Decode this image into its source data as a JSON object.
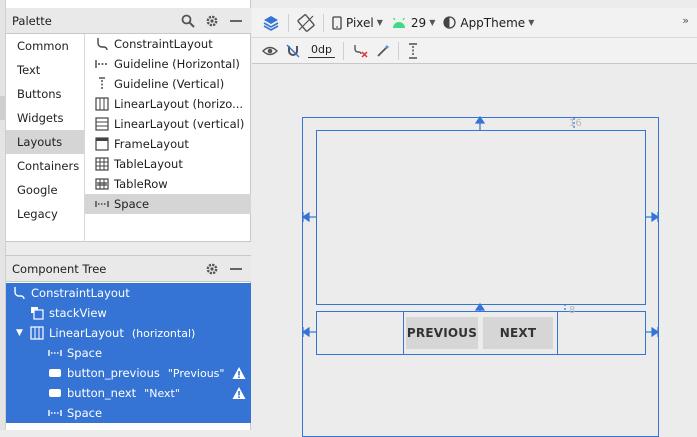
{
  "palette": {
    "title": "Palette",
    "categories": [
      "Common",
      "Text",
      "Buttons",
      "Widgets",
      "Layouts",
      "Containers",
      "Google",
      "Legacy"
    ],
    "selected_category": "Layouts",
    "widgets": [
      {
        "label": "ConstraintLayout",
        "icon": "constraint-layout-icon"
      },
      {
        "label": "Guideline (Horizontal)",
        "icon": "guideline-horizontal-icon"
      },
      {
        "label": "Guideline (Vertical)",
        "icon": "guideline-vertical-icon"
      },
      {
        "label": "LinearLayout (horizo...",
        "icon": "linear-layout-horizontal-icon"
      },
      {
        "label": "LinearLayout (vertical)",
        "icon": "linear-layout-vertical-icon"
      },
      {
        "label": "FrameLayout",
        "icon": "frame-layout-icon"
      },
      {
        "label": "TableLayout",
        "icon": "table-layout-icon"
      },
      {
        "label": "TableRow",
        "icon": "table-row-icon"
      },
      {
        "label": "Space",
        "icon": "space-icon"
      }
    ],
    "selected_widget": "Space"
  },
  "component_tree": {
    "title": "Component Tree",
    "rows": [
      {
        "label": "ConstraintLayout",
        "attr": "",
        "icon": "constraint-layout-icon",
        "warning": false
      },
      {
        "label": "stackView",
        "attr": "",
        "icon": "stack-view-icon",
        "warning": false
      },
      {
        "label": "LinearLayout",
        "attr": "(horizontal)",
        "icon": "linear-layout-horizontal-icon",
        "warning": false
      },
      {
        "label": "Space",
        "attr": "",
        "icon": "space-icon",
        "warning": false
      },
      {
        "label": "button_previous",
        "attr": "\"Previous\"",
        "icon": "button-icon",
        "warning": true
      },
      {
        "label": "button_next",
        "attr": "\"Next\"",
        "icon": "button-icon",
        "warning": true
      },
      {
        "label": "Space",
        "attr": "",
        "icon": "space-icon",
        "warning": false
      }
    ]
  },
  "toolbar": {
    "device": "Pixel",
    "api_level": "29",
    "theme": "AppTheme",
    "default_margin": "0dp"
  },
  "design": {
    "button_previous": "PREVIOUS",
    "button_next": "NEXT",
    "margin_top_label": "16",
    "margin_bottom_label": "8"
  },
  "colors": {
    "selection": "#3574d4",
    "blueprint": "#3574d4",
    "warning": "#ffffff"
  }
}
